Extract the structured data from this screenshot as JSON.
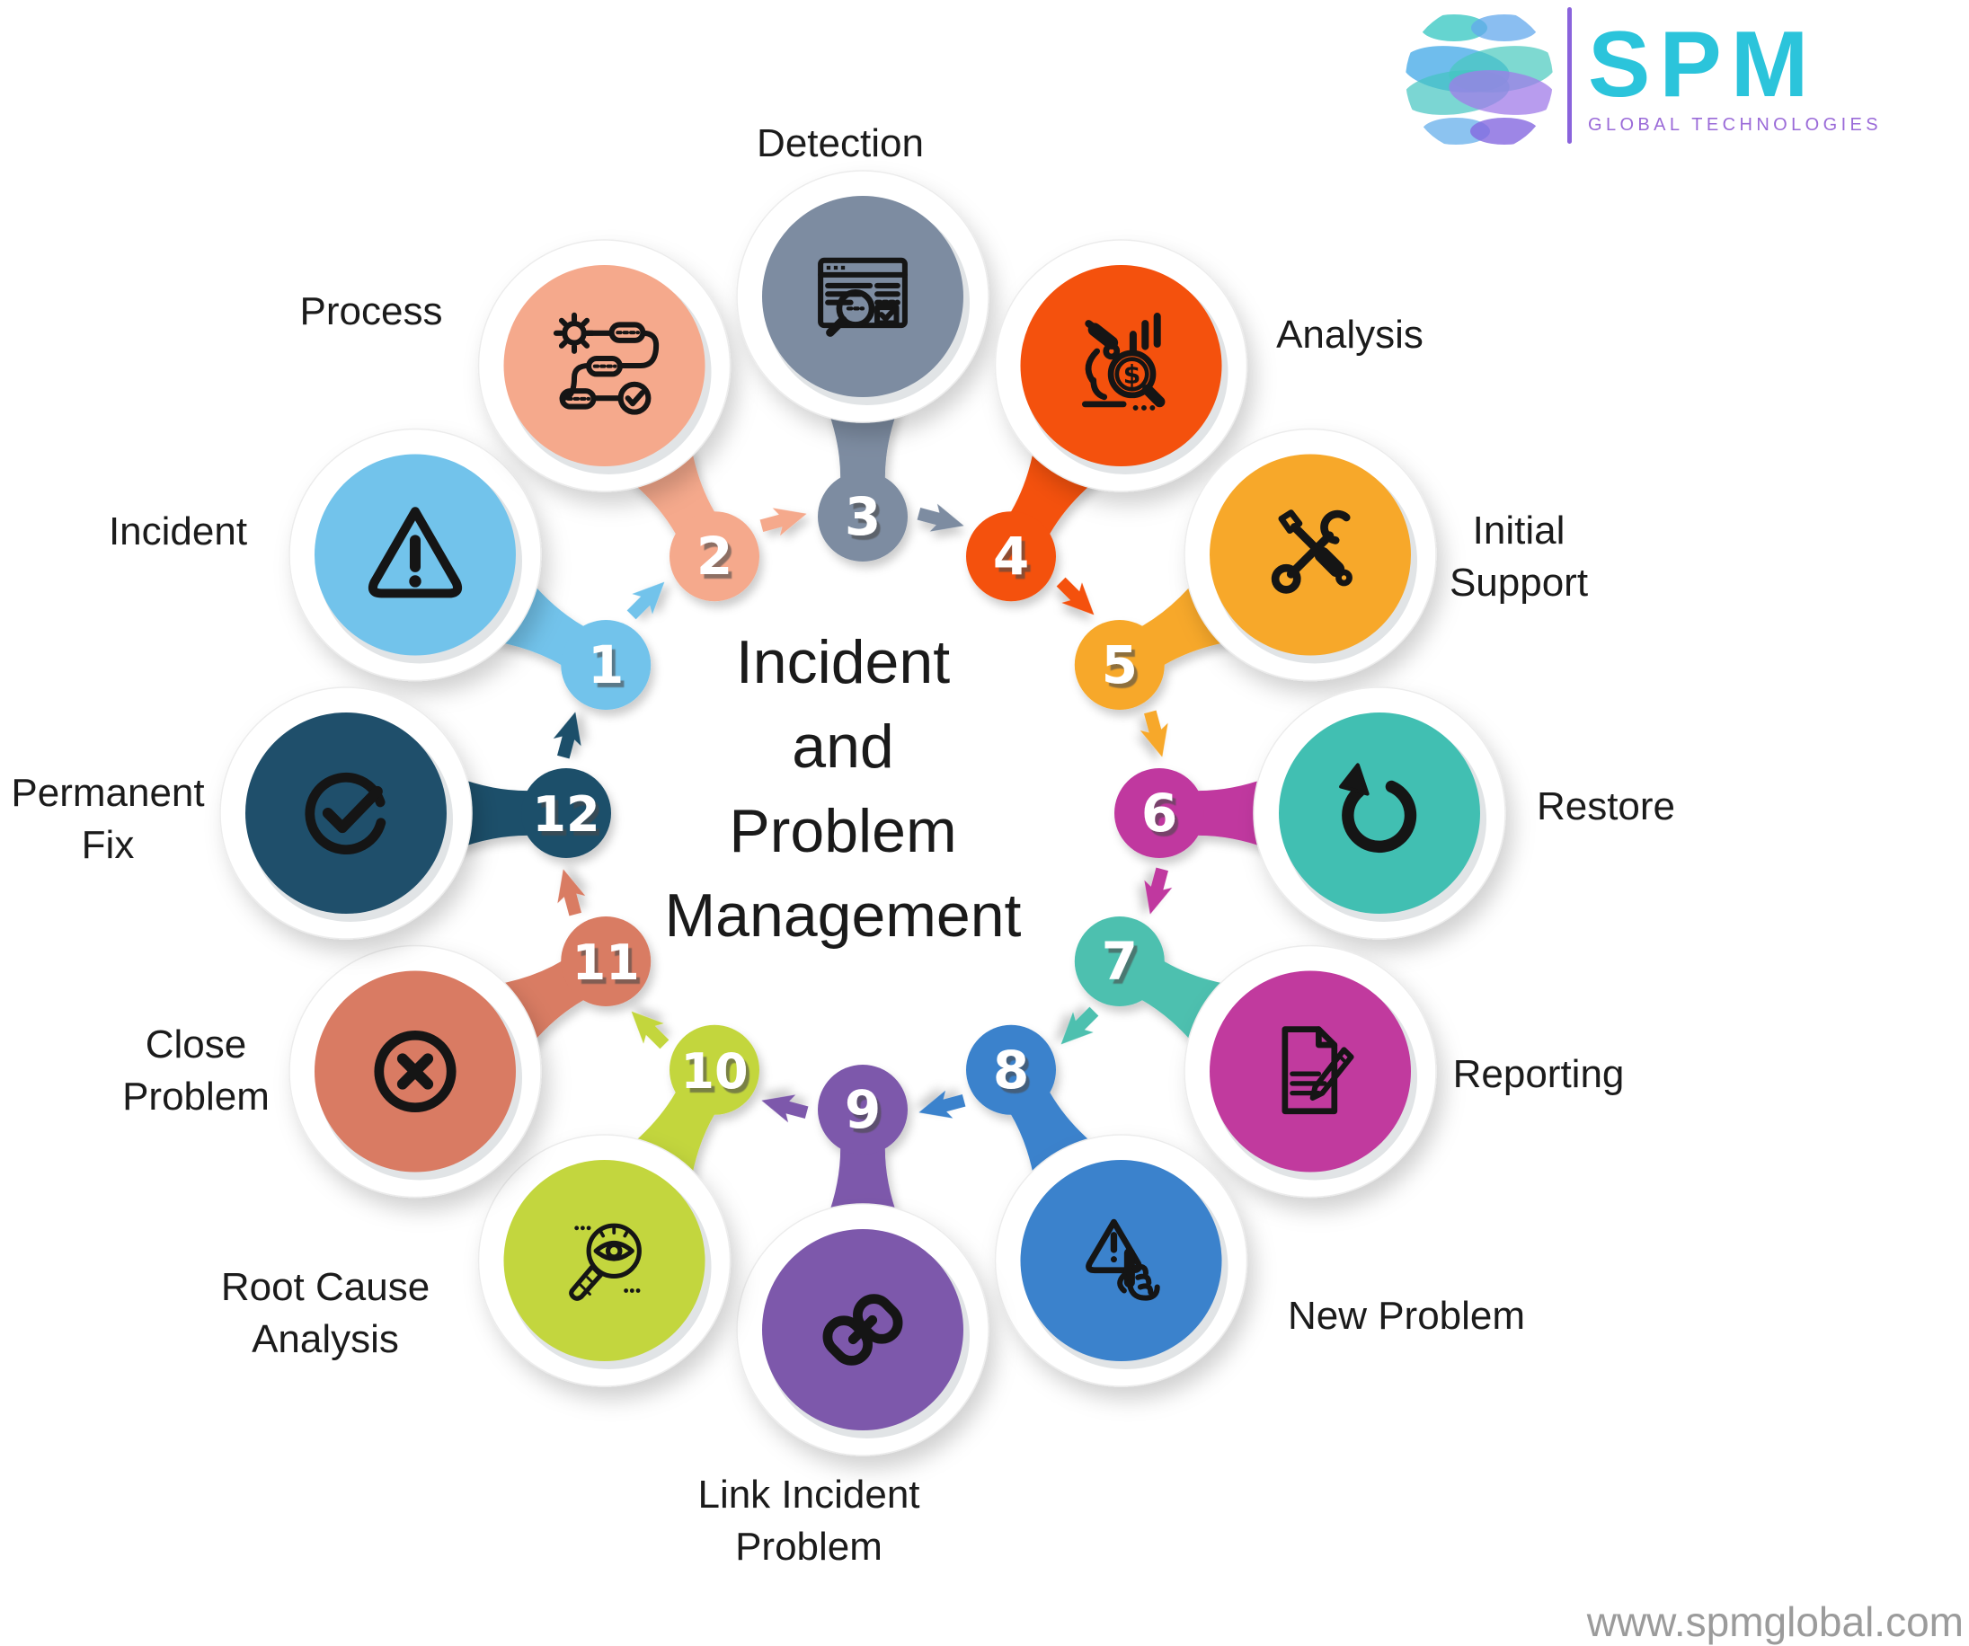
{
  "title": {
    "lines": [
      "Incident",
      "and",
      "Problem",
      "Management"
    ]
  },
  "logo": {
    "name": "SPM",
    "tagline": "GLOBAL TECHNOLOGIES",
    "brand_cyan": "#2BC4DB",
    "brand_purple": "#9A6AD8"
  },
  "footer": {
    "website": "www.spmglobal.com"
  },
  "diagram": {
    "items": [
      {
        "num": "1",
        "label": "Incident",
        "label_lines": [
          "Incident"
        ],
        "color": "#72C3EB",
        "marker_color": "#72C3EB",
        "icon": "warning-triangle-icon"
      },
      {
        "num": "2",
        "label": "Process",
        "label_lines": [
          "Process"
        ],
        "color": "#F5A98C",
        "marker_color": "#F5A98C",
        "icon": "process-workflow-icon"
      },
      {
        "num": "3",
        "label": "Detection",
        "label_lines": [
          "Detection"
        ],
        "color": "#7D8CA1",
        "marker_color": "#7D8CA1",
        "icon": "browser-search-icon"
      },
      {
        "num": "4",
        "label": "Analysis",
        "label_lines": [
          "Analysis"
        ],
        "color": "#F4510D",
        "marker_color": "#F4510D",
        "icon": "financial-analysis-icon"
      },
      {
        "num": "5",
        "label": "Initial Support",
        "label_lines": [
          "Initial",
          "Support"
        ],
        "color": "#F7A82A",
        "marker_color": "#F7A82A",
        "icon": "tools-icon"
      },
      {
        "num": "6",
        "label": "Restore",
        "label_lines": [
          "Restore"
        ],
        "color": "#41BFB2",
        "marker_color": "#C0399F",
        "icon": "restore-arrow-icon"
      },
      {
        "num": "7",
        "label": "Reporting",
        "label_lines": [
          "Reporting"
        ],
        "color": "#C13A9E",
        "marker_color": "#4EC0AF",
        "icon": "report-pencil-icon"
      },
      {
        "num": "8",
        "label": "New Problem",
        "label_lines": [
          "New Problem"
        ],
        "color": "#3B82CC",
        "marker_color": "#3B82CC",
        "icon": "alert-tap-icon"
      },
      {
        "num": "9",
        "label": "Link Incident Problem",
        "label_lines": [
          "Link Incident",
          "Problem"
        ],
        "color": "#7D58AB",
        "marker_color": "#7D58AB",
        "icon": "chain-link-icon"
      },
      {
        "num": "10",
        "label": "Root Cause Analysis",
        "label_lines": [
          "Root Cause",
          "Analysis"
        ],
        "color": "#C3D63E",
        "marker_color": "#C3D63E",
        "icon": "eye-magnifier-icon"
      },
      {
        "num": "11",
        "label": "Close Problem",
        "label_lines": [
          "Close",
          "Problem"
        ],
        "color": "#D97B63",
        "marker_color": "#D97B63",
        "icon": "cross-circle-icon"
      },
      {
        "num": "12",
        "label": "Permanent Fix",
        "label_lines": [
          "Permanent",
          "Fix"
        ],
        "color": "#1F4F6B",
        "marker_color": "#1F4F6B",
        "icon": "check-circle-icon"
      }
    ]
  }
}
